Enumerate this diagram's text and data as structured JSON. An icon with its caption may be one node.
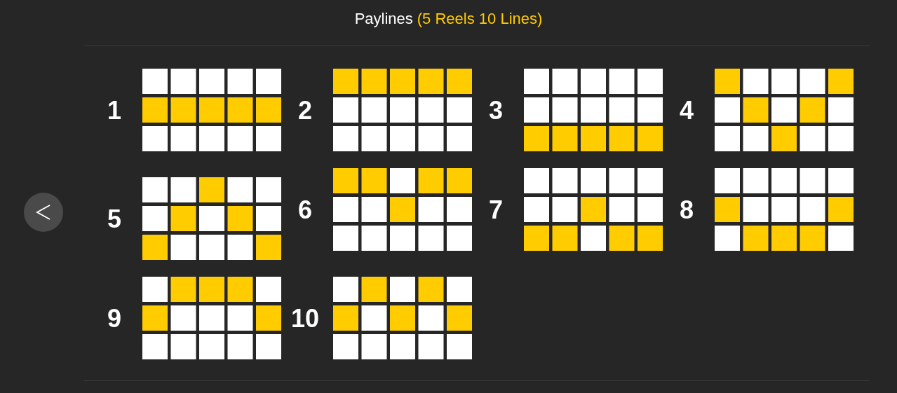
{
  "diagram": {
    "title": "Paylines",
    "nodes": [
      {
        "text": [
          "1"
        ]
      },
      {
        "text": [
          "2"
        ]
      },
      {
        "text": [
          "3"
        ]
      },
      {
        "text": [
          "4"
        ]
      },
      {
        "text": [
          "5"
        ]
      },
      {
        "text": [
          "6"
        ]
      },
      {
        "text": [
          "7"
        ]
      },
      {
        "text": [
          "8"
        ]
      },
      {
        "text": [
          "9"
        ]
      },
      {
        "text": [
          "10"
        ]
      }
    ],
    "labels": [
      "(5 Reels 10 Lines)"
    ]
  }
}
